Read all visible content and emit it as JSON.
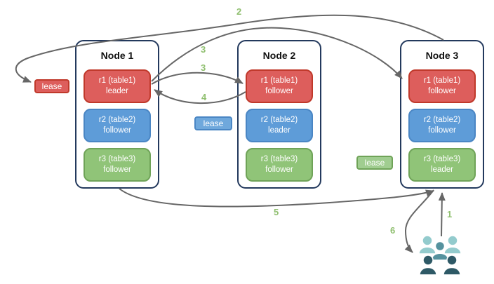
{
  "diagram": {
    "nodes": [
      {
        "title": "Node 1",
        "replicas": [
          {
            "line1": "r1 (table1)",
            "line2": "leader",
            "color": "red"
          },
          {
            "line1": "r2 (table2)",
            "line2": "follower",
            "color": "blue"
          },
          {
            "line1": "r3 (table3)",
            "line2": "follower",
            "color": "green"
          }
        ]
      },
      {
        "title": "Node 2",
        "replicas": [
          {
            "line1": "r1 (table1)",
            "line2": "follower",
            "color": "red"
          },
          {
            "line1": "r2 (table2)",
            "line2": "leader",
            "color": "blue"
          },
          {
            "line1": "r3 (table3)",
            "line2": "follower",
            "color": "green"
          }
        ]
      },
      {
        "title": "Node 3",
        "replicas": [
          {
            "line1": "r1 (table1)",
            "line2": "follower",
            "color": "red"
          },
          {
            "line1": "r2 (table2)",
            "line2": "follower",
            "color": "blue"
          },
          {
            "line1": "r3 (table3)",
            "line2": "leader",
            "color": "green"
          }
        ]
      }
    ],
    "leases": {
      "red": {
        "label": "lease"
      },
      "blue": {
        "label": "lease"
      },
      "green": {
        "label": "lease"
      }
    },
    "steps": {
      "one": "1",
      "two": "2",
      "three_a": "3",
      "three_b": "3",
      "four": "4",
      "five": "5",
      "six": "6"
    },
    "colors": {
      "red_fill": "#DD5E5C",
      "red_stroke": "#C0392B",
      "blue_fill": "#5E9CD8",
      "blue_stroke": "#4A86C4",
      "green_fill": "#90C478",
      "green_stroke": "#6FA358",
      "lease_blue_fill": "#6FA8DC",
      "lease_green_fill": "#A0CD90",
      "node_border": "#23395D",
      "arrow": "#666666",
      "step_label": "#8FBF6F",
      "users_light": "#93CBCD",
      "users_mid": "#55929E",
      "users_dark": "#2E5966"
    }
  }
}
